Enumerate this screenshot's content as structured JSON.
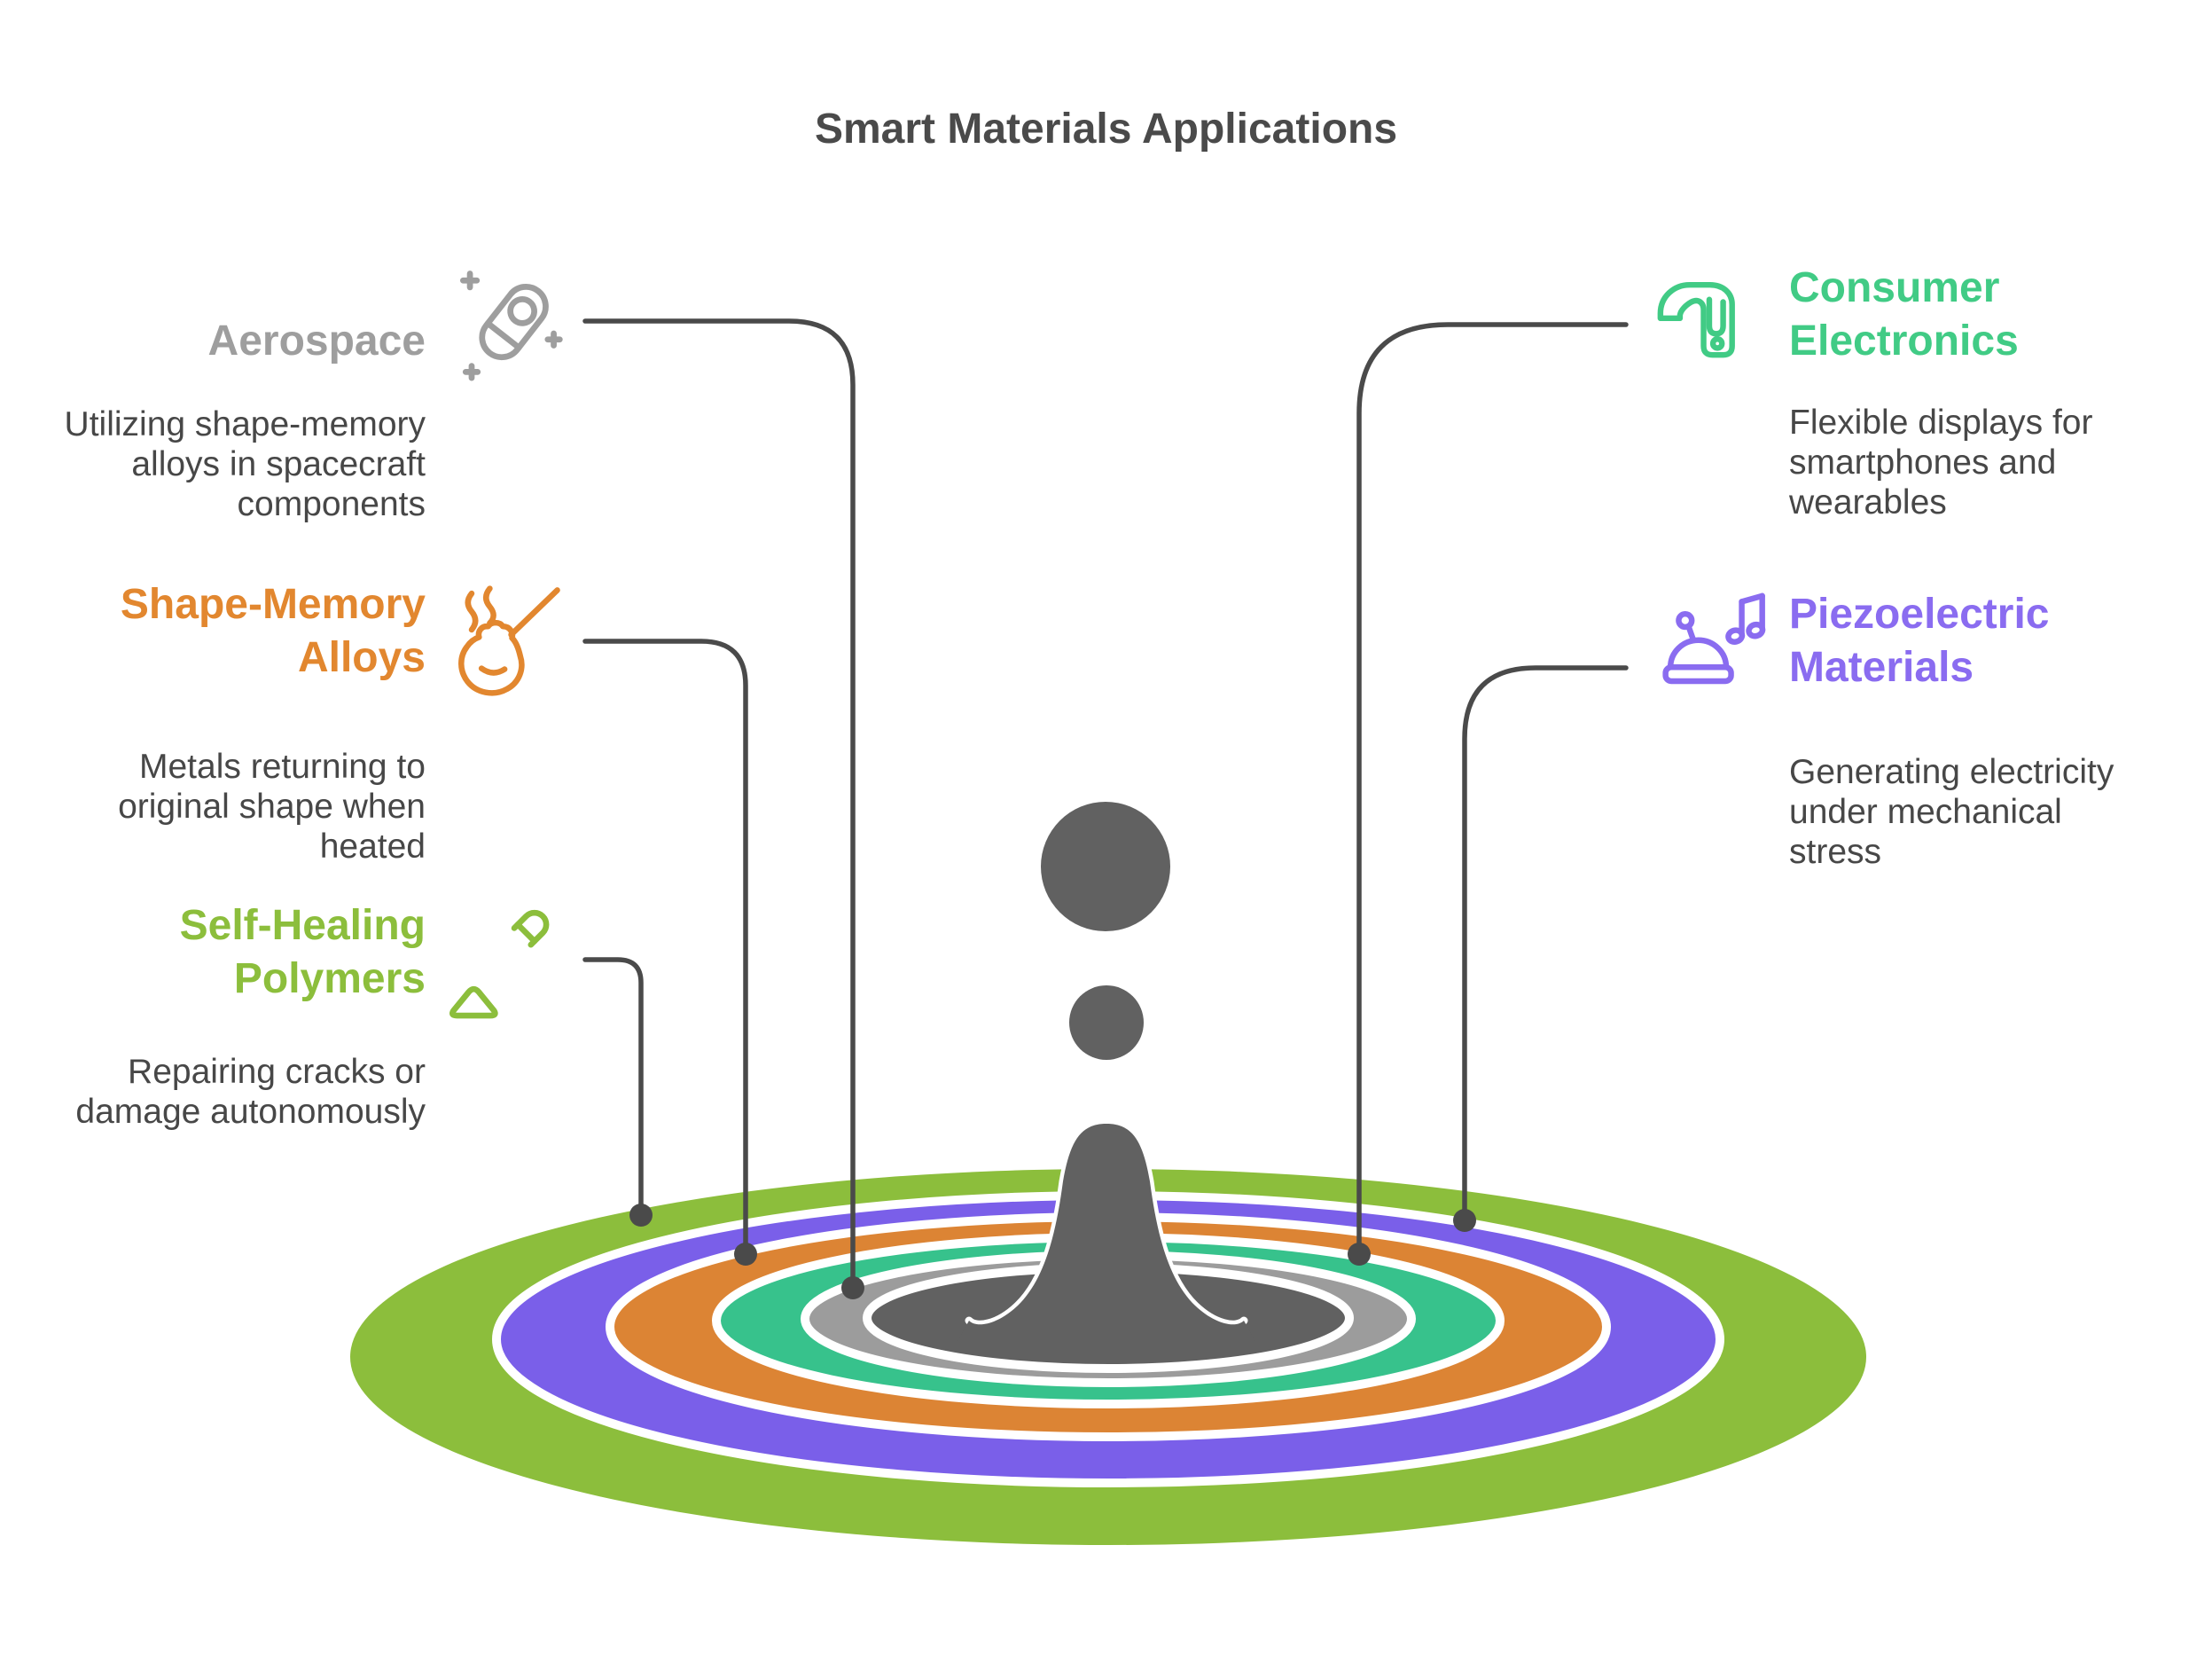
{
  "title": "Smart Materials Applications",
  "items": [
    {
      "id": "aerospace",
      "label": "Aerospace",
      "description": "Utilizing shape-memory alloys in spacecraft components",
      "icon": "rocket-icon",
      "color": "#9e9e9e",
      "side": "left",
      "ripple_ring": "gray"
    },
    {
      "id": "shape-memory-alloys",
      "label": "Shape-Memory Alloys",
      "description": "Metals returning to original shape when heated",
      "icon": "heated-blob-icon",
      "color": "#e2872f",
      "side": "left",
      "ripple_ring": "orange"
    },
    {
      "id": "self-healing-polymers",
      "label": "Self-Healing Polymers",
      "description": "Repairing cracks or damage autonomously",
      "icon": "capsule-pour-icon",
      "color": "#8cbe3c",
      "side": "left",
      "ripple_ring": "green"
    },
    {
      "id": "consumer-electronics",
      "label": "Consumer Electronics",
      "description": "Flexible displays for smartphones and wearables",
      "icon": "flexible-phone-icon",
      "color": "#41cb85",
      "side": "right",
      "ripple_ring": "teal"
    },
    {
      "id": "piezoelectric-materials",
      "label": "Piezoelectric Materials",
      "description": "Generating electricity under mechanical stress",
      "icon": "robot-music-icon",
      "color": "#8a6cf0",
      "side": "right",
      "ripple_ring": "purple"
    }
  ],
  "scene": {
    "type": "water-splash-ripples",
    "ring_colors": {
      "green": "#8cbe3c",
      "purple": "#7a5fe9",
      "orange": "#dc8434",
      "teal": "#37c28c",
      "gray": "#9c9c9c"
    },
    "splash_color": "#616161",
    "connector_color": "#4a4a4a",
    "title_color": "#4a4a4a",
    "description_color": "#474747"
  }
}
